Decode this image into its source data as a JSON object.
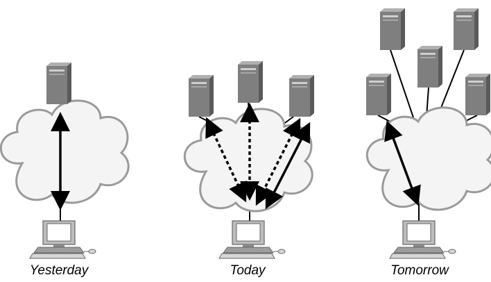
{
  "captions": {
    "yesterday": "Yesterday",
    "today": "Today",
    "tomorrow": "Tomorrow"
  },
  "colors": {
    "cloud_fill": "#f4f4f4",
    "cloud_stroke": "#9a9a9a",
    "server_front": "#7f7f7f",
    "server_side": "#5a5a5a",
    "server_top": "#b0b0b0",
    "arrow": "#000000"
  },
  "icons": {
    "server": "server-icon",
    "computer": "desktop-computer-icon",
    "network": "cloud-icon"
  },
  "scenes": [
    {
      "name": "yesterday",
      "servers": 1,
      "connection": "direct"
    },
    {
      "name": "today",
      "servers": 3,
      "connection": "multiple"
    },
    {
      "name": "tomorrow",
      "servers": 5,
      "connection": "grid"
    }
  ]
}
